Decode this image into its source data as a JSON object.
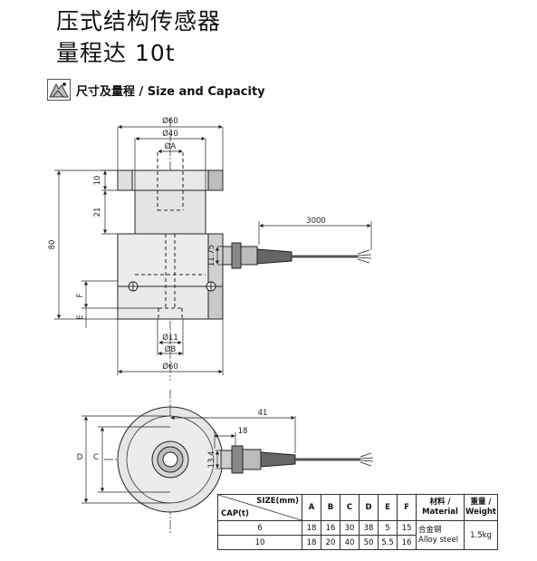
{
  "title": {
    "line1": "压式结构传感器",
    "line2": "量程达 10t"
  },
  "section": {
    "icon": "measuring-logo-icon",
    "label": "尺寸及量程 / Size and Capacity"
  },
  "drawing_front": {
    "dia60_top": "Ø60",
    "dia40": "Ø40",
    "diaA": "ØA",
    "d10": "10",
    "d21": "21",
    "d80": "80",
    "d11_75": "11.75",
    "cable": "3000",
    "F": "F",
    "E": "E",
    "dia11": "Ø11",
    "diaB": "ØB",
    "dia60_bottom": "Ø60"
  },
  "drawing_top": {
    "d41": "41",
    "d18": "18",
    "d13_4": "13.4",
    "D": "D",
    "C": "C"
  },
  "table": {
    "size_label": "SIZE(mm)",
    "cap_label": "CAP(t)",
    "columns": [
      "A",
      "B",
      "C",
      "D",
      "E",
      "F"
    ],
    "material_header_cn": "材料 /",
    "material_header_en": "Material",
    "weight_header_cn": "重量 /",
    "weight_header_en": "Weight",
    "rows": [
      {
        "cap": "6",
        "A": "18",
        "B": "16",
        "C": "30",
        "D": "38",
        "E": "5",
        "F": "15"
      },
      {
        "cap": "10",
        "A": "18",
        "B": "20",
        "C": "40",
        "D": "50",
        "E": "5.5",
        "F": "16"
      }
    ],
    "material_cn": "合金钢",
    "material_en": "Alloy steel",
    "weight": "1.5kg"
  }
}
